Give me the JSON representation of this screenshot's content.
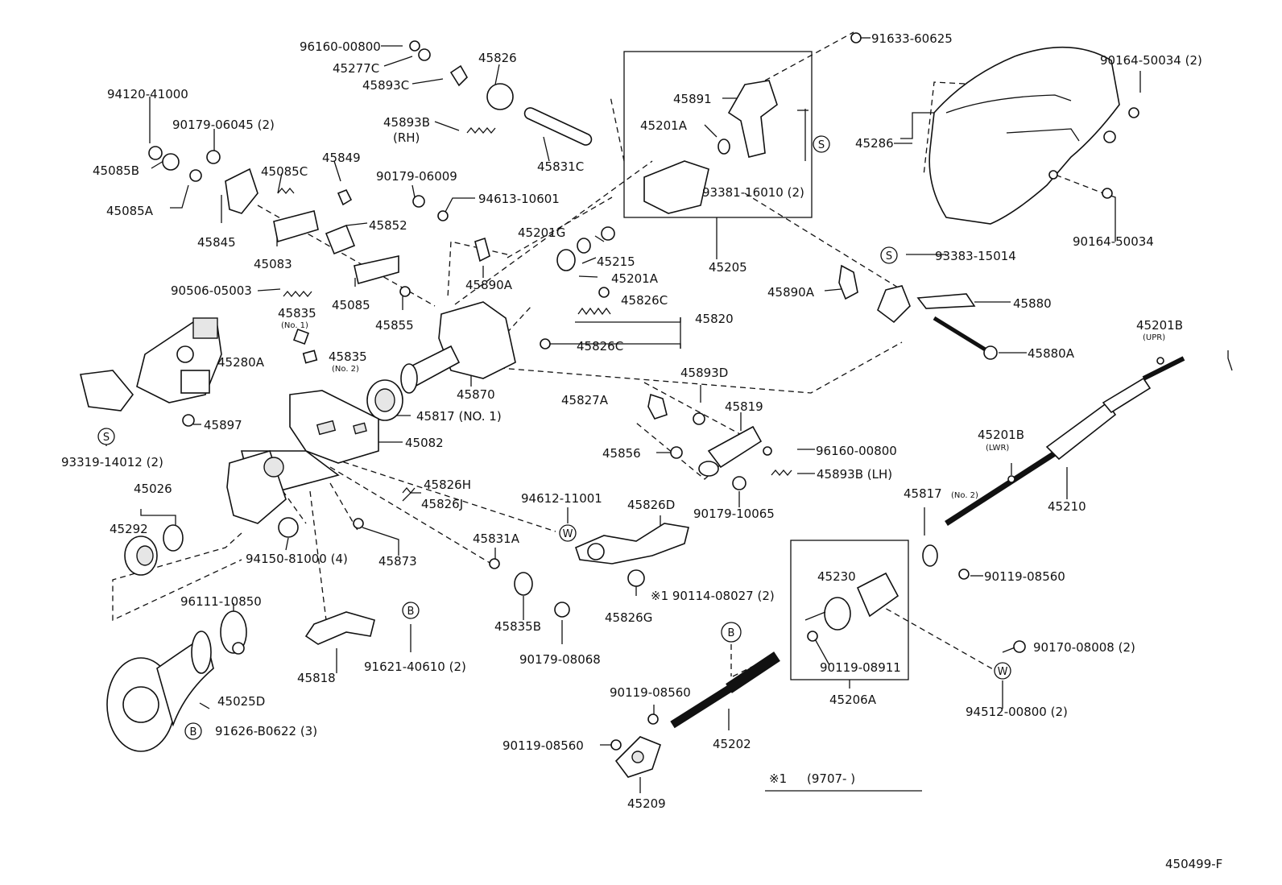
{
  "diagram_code": "450499-F",
  "note": {
    "mark": "※1",
    "range": "(9707-      )"
  },
  "symbols": {
    "s": "S",
    "w": "W",
    "b": "B"
  },
  "labels": [
    {
      "id": "p96160_00800_a",
      "text": "96160-00800"
    },
    {
      "id": "p45277c",
      "text": "45277C"
    },
    {
      "id": "p45893c",
      "text": "45893C"
    },
    {
      "id": "p45826",
      "text": "45826"
    },
    {
      "id": "p94120_41000",
      "text": "94120-41000"
    },
    {
      "id": "p90179_06045",
      "text": "90179-06045 (2)"
    },
    {
      "id": "p45893b_rh",
      "text": "45893B"
    },
    {
      "id": "p_rh",
      "text": "(RH)"
    },
    {
      "id": "p45831c",
      "text": "45831C"
    },
    {
      "id": "p45085b",
      "text": "45085B"
    },
    {
      "id": "p45085c",
      "text": "45085C"
    },
    {
      "id": "p45849",
      "text": "45849"
    },
    {
      "id": "p90179_06009",
      "text": "90179-06009"
    },
    {
      "id": "p94613_10601",
      "text": "94613-10601"
    },
    {
      "id": "p45085a",
      "text": "45085A"
    },
    {
      "id": "p45852",
      "text": "45852"
    },
    {
      "id": "p45845",
      "text": "45845"
    },
    {
      "id": "p45083",
      "text": "45083"
    },
    {
      "id": "p90506_05003",
      "text": "90506-05003"
    },
    {
      "id": "p45085",
      "text": "45085"
    },
    {
      "id": "p45835_1",
      "text": "45835"
    },
    {
      "id": "p45835_1n",
      "text": "(No. 1)"
    },
    {
      "id": "p45835_2",
      "text": "45835"
    },
    {
      "id": "p45835_2n",
      "text": "(No. 2)"
    },
    {
      "id": "p45855",
      "text": "45855"
    },
    {
      "id": "p45280a",
      "text": "45280A"
    },
    {
      "id": "p45897",
      "text": "45897"
    },
    {
      "id": "p93319_14012",
      "text": "93319-14012 (2)"
    },
    {
      "id": "p45026",
      "text": "45026"
    },
    {
      "id": "p45292",
      "text": "45292"
    },
    {
      "id": "p45082",
      "text": "45082"
    },
    {
      "id": "p45826h",
      "text": "45826H"
    },
    {
      "id": "p45826j",
      "text": "45826J"
    },
    {
      "id": "p94150_81000",
      "text": "94150-81000 (4)"
    },
    {
      "id": "p45873",
      "text": "45873"
    },
    {
      "id": "p96111_10850",
      "text": "96111-10850"
    },
    {
      "id": "p45818",
      "text": "45818"
    },
    {
      "id": "p91621_40610",
      "text": "91621-40610 (2)"
    },
    {
      "id": "p45025d",
      "text": "45025D"
    },
    {
      "id": "p91626_b0622",
      "text": "91626-B0622 (3)"
    },
    {
      "id": "p45201g",
      "text": "45201G"
    },
    {
      "id": "p45215",
      "text": "45215"
    },
    {
      "id": "p45201a_2",
      "text": "45201A"
    },
    {
      "id": "p45890a_1",
      "text": "45890A"
    },
    {
      "id": "p45826c_1",
      "text": "45826C"
    },
    {
      "id": "p45820",
      "text": "45820"
    },
    {
      "id": "p45826c_2",
      "text": "45826C"
    },
    {
      "id": "p45870",
      "text": "45870"
    },
    {
      "id": "p45817_1",
      "text": "45817 (NO. 1)"
    },
    {
      "id": "p45827a",
      "text": "45827A"
    },
    {
      "id": "p94612_11001",
      "text": "94612-11001"
    },
    {
      "id": "p45831a",
      "text": "45831A"
    },
    {
      "id": "p45835b",
      "text": "45835B"
    },
    {
      "id": "p90179_08068",
      "text": "90179-08068"
    },
    {
      "id": "p45826d",
      "text": "45826D"
    },
    {
      "id": "p45826g",
      "text": "45826G"
    },
    {
      "id": "p90114_08027",
      "text": "※1 90114-08027 (2)"
    },
    {
      "id": "p90119_08560_a",
      "text": "90119-08560"
    },
    {
      "id": "p90119_08560_b",
      "text": "90119-08560"
    },
    {
      "id": "p45209",
      "text": "45209"
    },
    {
      "id": "p45202",
      "text": "45202"
    },
    {
      "id": "p91633_60625",
      "text": "91633-60625"
    },
    {
      "id": "p45891",
      "text": "45891"
    },
    {
      "id": "p45201a_1",
      "text": "45201A"
    },
    {
      "id": "p93381_16010",
      "text": "93381-16010 (2)"
    },
    {
      "id": "p45205",
      "text": "45205"
    },
    {
      "id": "p45893d",
      "text": "45893D"
    },
    {
      "id": "p45819",
      "text": "45819"
    },
    {
      "id": "p45856",
      "text": "45856"
    },
    {
      "id": "p96160_00800_b",
      "text": "96160-00800"
    },
    {
      "id": "p45893b_lh",
      "text": "45893B (LH)"
    },
    {
      "id": "p90179_10065",
      "text": "90179-10065"
    },
    {
      "id": "p90164_50034_2",
      "text": "90164-50034 (2)"
    },
    {
      "id": "p45286",
      "text": "45286"
    },
    {
      "id": "p90164_50034",
      "text": "90164-50034"
    },
    {
      "id": "p93383_15014",
      "text": "93383-15014"
    },
    {
      "id": "p45890a_2",
      "text": "45890A"
    },
    {
      "id": "p45880",
      "text": "45880"
    },
    {
      "id": "p45880a",
      "text": "45880A"
    },
    {
      "id": "p45201b_upr",
      "text": "45201B"
    },
    {
      "id": "p_upr",
      "text": "(UPR)"
    },
    {
      "id": "p45201b_lwr",
      "text": "45201B"
    },
    {
      "id": "p_lwr",
      "text": "(LWR)"
    },
    {
      "id": "p45210",
      "text": "45210"
    },
    {
      "id": "p45817_2",
      "text": "45817"
    },
    {
      "id": "p45817_2n",
      "text": "(No. 2)"
    },
    {
      "id": "p90119_08560_c",
      "text": "90119-08560"
    },
    {
      "id": "p45230",
      "text": "45230"
    },
    {
      "id": "p90119_08911",
      "text": "90119-08911"
    },
    {
      "id": "p45206a",
      "text": "45206A"
    },
    {
      "id": "p90170_08008",
      "text": "90170-08008 (2)"
    },
    {
      "id": "p94512_00800",
      "text": "94512-00800 (2)"
    }
  ]
}
